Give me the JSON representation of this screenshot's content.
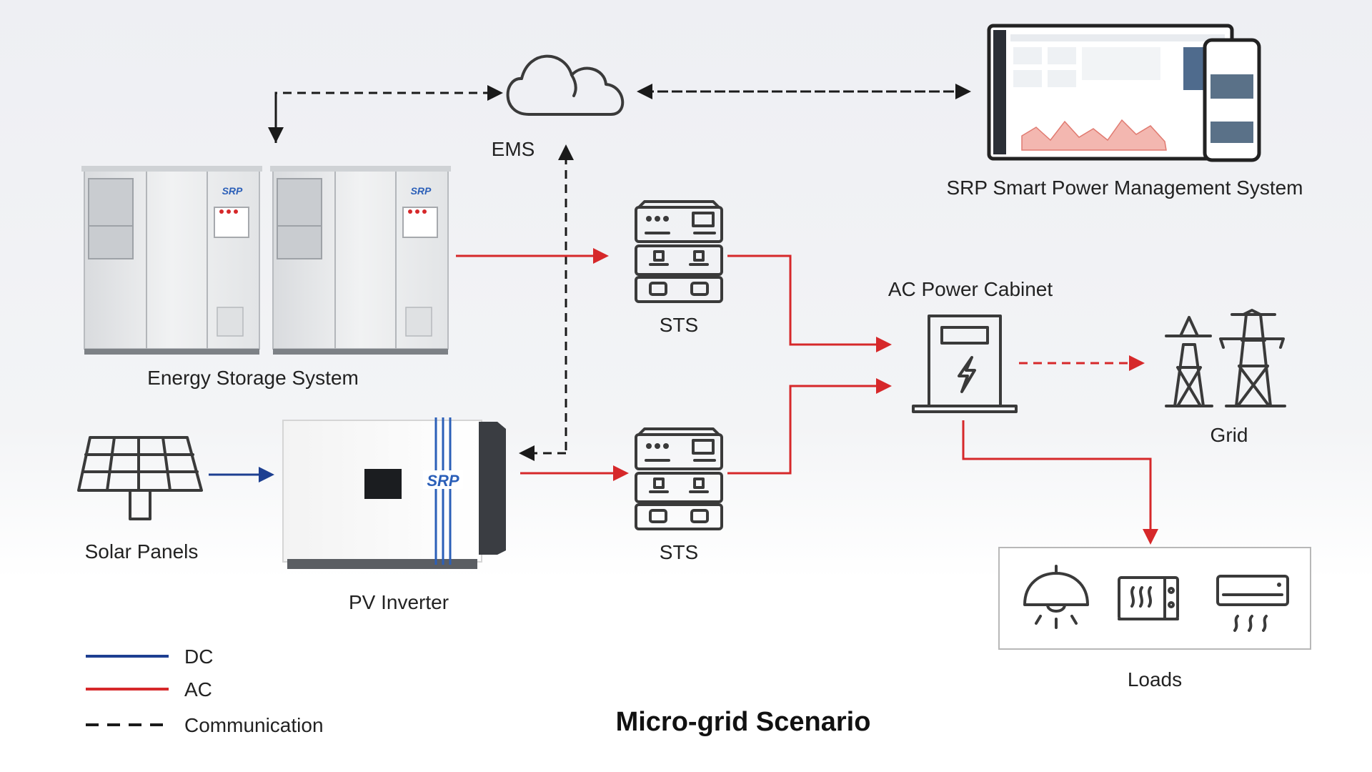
{
  "labels": {
    "ems": "EMS",
    "smart_system": "SRP Smart Power Management System",
    "storage": "Energy Storage System",
    "sts_top": "STS",
    "sts_bottom": "STS",
    "ac_cabinet": "AC Power Cabinet",
    "grid": "Grid",
    "solar": "Solar Panels",
    "inverter": "PV Inverter",
    "loads": "Loads"
  },
  "brand": {
    "cabinet_logo": "SRP",
    "inverter_logo": "SRP"
  },
  "legend": {
    "dc": "DC",
    "ac": "AC",
    "communication": "Communication"
  },
  "title": "Micro-grid Scenario",
  "colors": {
    "ac": "#d6282a",
    "dc": "#1d3f91",
    "communication": "#1a1a1a",
    "brand": "#2b5fb8"
  },
  "icons": {
    "cloud": "cloud-icon",
    "sts": "sts-switch-icon",
    "cabinet": "ac-cabinet-icon",
    "grid": "power-tower-icon",
    "solar": "solar-panel-icon",
    "lamp": "ceiling-lamp-icon",
    "microwave": "microwave-icon",
    "ac_unit": "air-conditioner-icon"
  }
}
